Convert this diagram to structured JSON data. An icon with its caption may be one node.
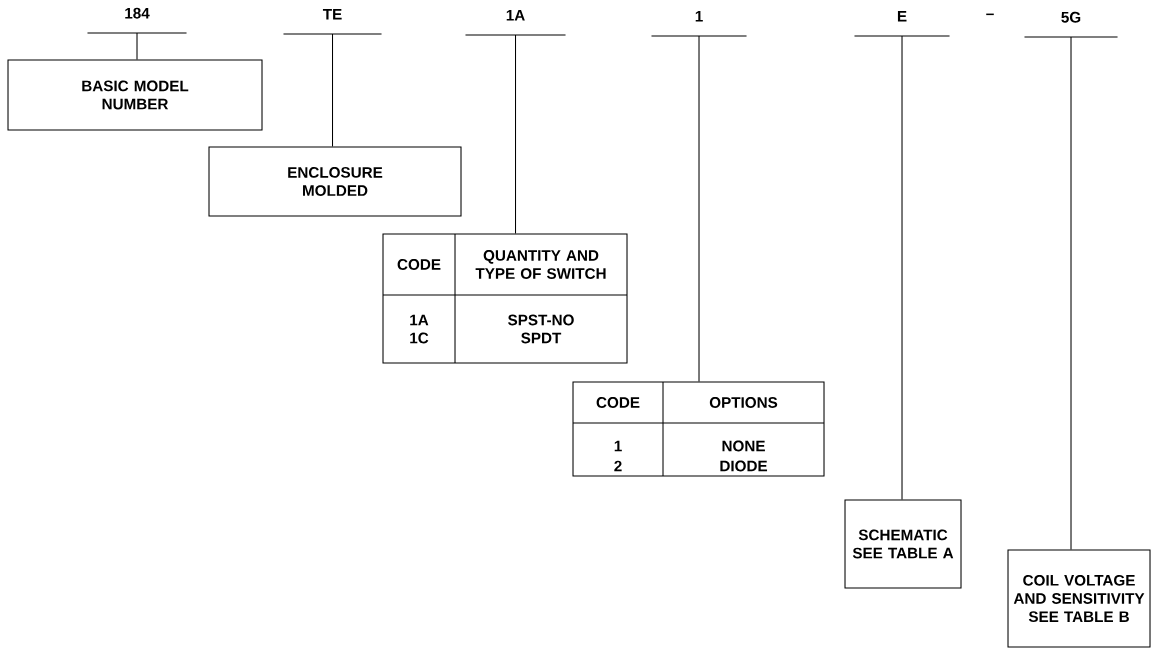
{
  "diagram": {
    "nodes": [
      {
        "text": [
          "184"
        ]
      },
      {
        "text": [
          "TE"
        ]
      },
      {
        "text": [
          "1A"
        ]
      },
      {
        "text": [
          "1"
        ]
      },
      {
        "text": [
          "E"
        ]
      },
      {
        "text": [
          "5G"
        ]
      },
      {
        "text": [
          "BASIC MODEL NUMBER"
        ]
      },
      {
        "text": [
          "ENCLOSURE MOLDED"
        ]
      },
      {
        "text": [
          "CODE",
          "QUANTITY AND TYPE OF SWITCH",
          "1A",
          "SPST-NO",
          "1C",
          "SPDT"
        ]
      },
      {
        "text": [
          "CODE",
          "OPTIONS",
          "1",
          "NONE",
          "2",
          "DIODE"
        ]
      },
      {
        "text": [
          "SCHEMATIC SEE TABLE A"
        ]
      },
      {
        "text": [
          "COIL VOLTAGE AND SENSITIVITY SEE TABLE B"
        ]
      }
    ],
    "edges": [
      {
        "from": 0,
        "to": 6,
        "arrow": "none"
      },
      {
        "from": 1,
        "to": 7,
        "arrow": "none"
      },
      {
        "from": 2,
        "to": 8,
        "arrow": "none"
      },
      {
        "from": 3,
        "to": 9,
        "arrow": "none"
      },
      {
        "from": 4,
        "to": 10,
        "arrow": "none"
      },
      {
        "from": 5,
        "to": 11,
        "arrow": "none"
      }
    ],
    "labels": [
      "–"
    ]
  }
}
